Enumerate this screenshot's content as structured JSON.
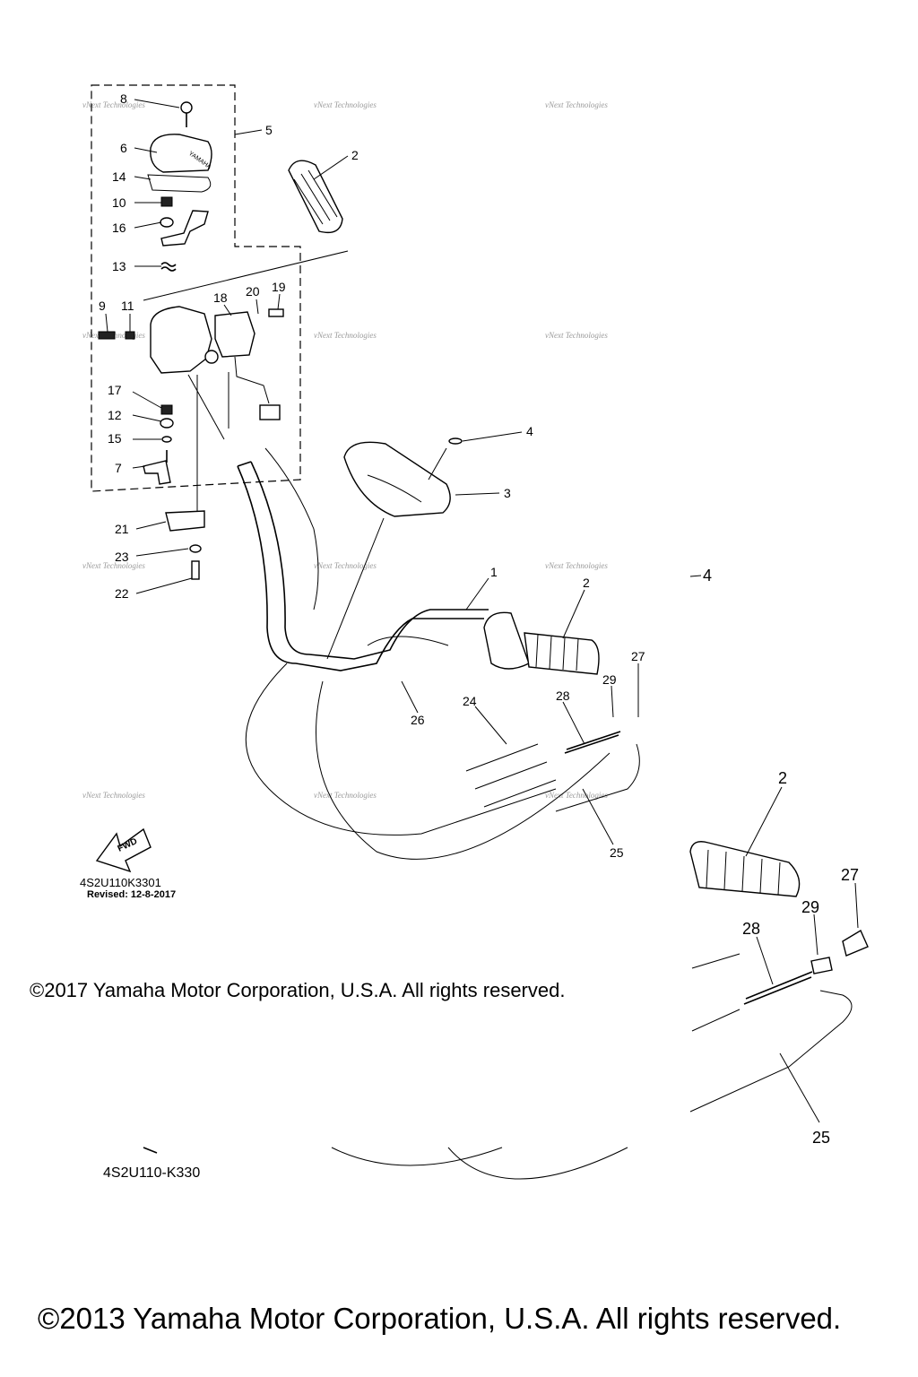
{
  "diagram": {
    "callouts": [
      {
        "id": "c8",
        "label": "8"
      },
      {
        "id": "c5",
        "label": "5"
      },
      {
        "id": "c6",
        "label": "6"
      },
      {
        "id": "c2a",
        "label": "2"
      },
      {
        "id": "c14",
        "label": "14"
      },
      {
        "id": "c10",
        "label": "10"
      },
      {
        "id": "c16",
        "label": "16"
      },
      {
        "id": "c13",
        "label": "13"
      },
      {
        "id": "c18",
        "label": "18"
      },
      {
        "id": "c20",
        "label": "20"
      },
      {
        "id": "c19",
        "label": "19"
      },
      {
        "id": "c9",
        "label": "9"
      },
      {
        "id": "c11",
        "label": "11"
      },
      {
        "id": "c17",
        "label": "17"
      },
      {
        "id": "c12",
        "label": "12"
      },
      {
        "id": "c15",
        "label": "15"
      },
      {
        "id": "c7",
        "label": "7"
      },
      {
        "id": "c4a",
        "label": "4"
      },
      {
        "id": "c3",
        "label": "3"
      },
      {
        "id": "c21",
        "label": "21"
      },
      {
        "id": "c23",
        "label": "23"
      },
      {
        "id": "c22",
        "label": "22"
      },
      {
        "id": "c1",
        "label": "1"
      },
      {
        "id": "c2b",
        "label": "2"
      },
      {
        "id": "c4b",
        "label": "4"
      },
      {
        "id": "c27a",
        "label": "27"
      },
      {
        "id": "c29a",
        "label": "29"
      },
      {
        "id": "c28a",
        "label": "28"
      },
      {
        "id": "c24",
        "label": "24"
      },
      {
        "id": "c26",
        "label": "26"
      },
      {
        "id": "c25a",
        "label": "25"
      },
      {
        "id": "c2c",
        "label": "2"
      },
      {
        "id": "c27b",
        "label": "27"
      },
      {
        "id": "c29b",
        "label": "29"
      },
      {
        "id": "c28b",
        "label": "28"
      },
      {
        "id": "c25b",
        "label": "25"
      }
    ],
    "fwd_label": "FWD",
    "part_code": "4S2U110K3301",
    "revised": "Revised: 12-8-2017",
    "part_code_2": "4S2U110-K330",
    "watermark": "vNext Technologies"
  },
  "footer": {
    "copyright_2017": "©2017 Yamaha Motor Corporation, U.S.A. All rights reserved.",
    "copyright_2013": "©2013 Yamaha Motor Corporation, U.S.A. All rights reserved."
  }
}
